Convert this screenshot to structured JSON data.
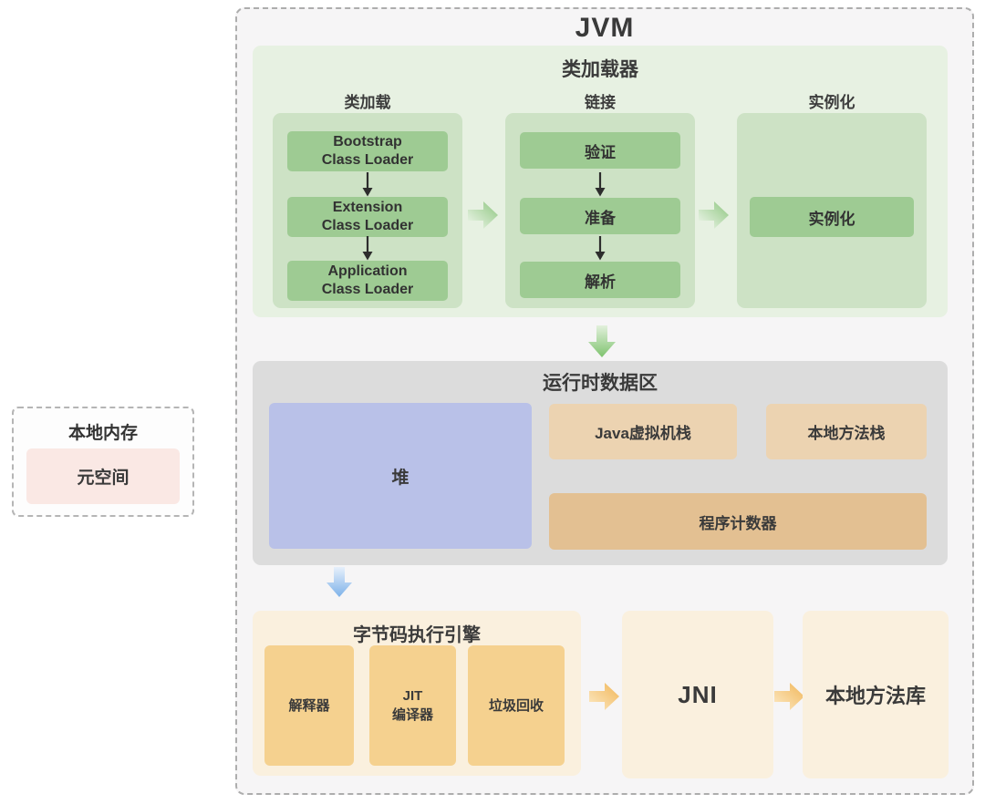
{
  "native_memory": {
    "title": "本地内存",
    "metaspace": "元空间"
  },
  "jvm": {
    "title": "JVM",
    "class_loader": {
      "title": "类加载器",
      "columns": [
        {
          "header": "类加载",
          "boxes": [
            {
              "line1": "Bootstrap",
              "line2": "Class Loader"
            },
            {
              "line1": "Extension",
              "line2": "Class Loader"
            },
            {
              "line1": "Application",
              "line2": "Class Loader"
            }
          ]
        },
        {
          "header": "链接",
          "boxes": [
            "验证",
            "准备",
            "解析"
          ]
        },
        {
          "header": "实例化",
          "boxes": [
            "实例化"
          ]
        }
      ]
    },
    "runtime_data_area": {
      "title": "运行时数据区",
      "heap": "堆",
      "jvm_stack": "Java虚拟机栈",
      "native_method_stack": "本地方法栈",
      "program_counter": "程序计数器"
    },
    "execution_engine": {
      "title": "字节码执行引擎",
      "interpreter": "解释器",
      "jit_line1": "JIT",
      "jit_line2": "编译器",
      "gc": "垃圾回收"
    },
    "jni": "JNI",
    "native_method_library": "本地方法库"
  },
  "colors": {
    "green_box": "#9ecb93",
    "green_panel": "#cde2c5",
    "green_section": "#e7f1e2",
    "gray_section": "#dcdcdc",
    "heap_lavender": "#b9c1e8",
    "stack_tan": "#ecd3b1",
    "pc_tan": "#e3c092",
    "engine_cream": "#faf0de",
    "engine_orange": "#f5d18f",
    "metaspace_pink": "#fae8e4"
  }
}
